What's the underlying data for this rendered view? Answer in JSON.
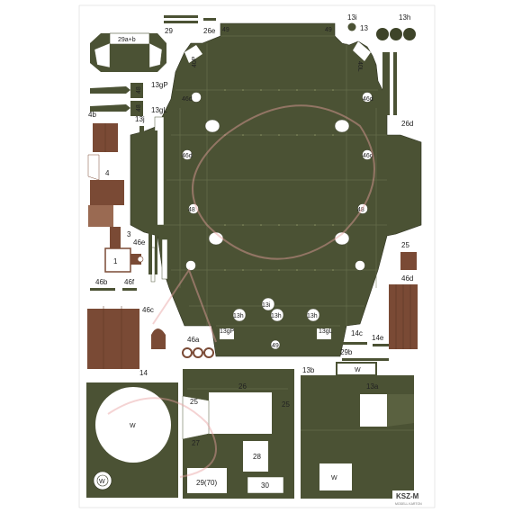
{
  "colors": {
    "olive": "#4b5234",
    "olive_light": "#5a6140",
    "brown": "#7a4a35",
    "brown_light": "#9a6a52",
    "paper": "#ffffff",
    "watermark": "#e8a0a0"
  },
  "sheet": {
    "brand": "KSZ-M",
    "subbrand": "MODELL KARTON"
  },
  "part_labels": {
    "p29": "29",
    "p26e": "26e",
    "p49a": "49",
    "p49b": "49",
    "p13i_top": "13i",
    "p13": "13",
    "p13h_top": "13h",
    "p13gP": "13gP",
    "p13gL": "13gL",
    "p48a": "48",
    "p48b": "48",
    "p4b": "4b",
    "p13j": "13j",
    "p4": "4",
    "p26d": "26d",
    "p3": "3",
    "p46e": "46e",
    "p1": "1",
    "p25": "25",
    "p46d": "46d",
    "p46b": "46b",
    "p46f": "46f",
    "p46c": "46c",
    "p46a": "46a",
    "p14c": "14c",
    "p14e": "14e",
    "p29b": "29b",
    "p14": "14",
    "p13b": "13b",
    "p13a": "13a",
    "p26": "26",
    "p25a": "25",
    "p25b": "25",
    "p27": "27",
    "p28": "28",
    "p29_70": "29(70)",
    "p30": "30",
    "hull_13i": "13i",
    "hull_13h_l": "13h",
    "hull_13h_c": "13h",
    "hull_13h_r": "13h",
    "hull_13gP": "13gP",
    "hull_13gL": "13gL",
    "hull_49": "49",
    "w1": "W",
    "w2": "W",
    "w3": "W",
    "w4": "W",
    "box_29ab": "29a+b",
    "h40P": "40P",
    "h40L": "40L",
    "h46d_a": "46d",
    "h46d_b": "46d",
    "h46d_c": "46d",
    "h46d_d": "46d",
    "h48_a": "48",
    "h48_b": "48"
  }
}
